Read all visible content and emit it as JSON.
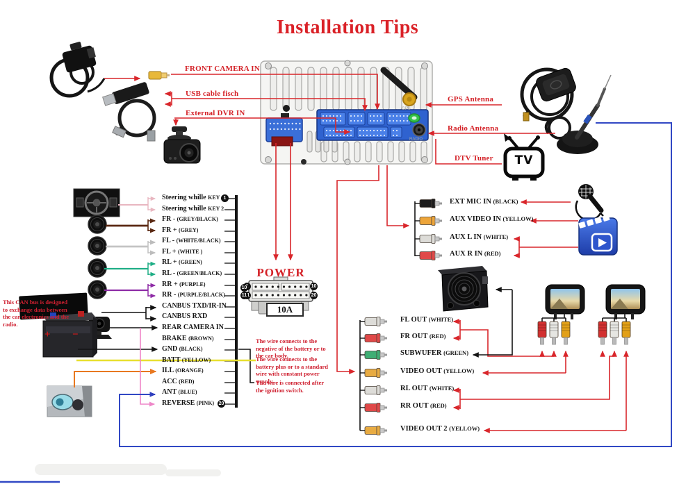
{
  "title": "Installation Tips",
  "top": {
    "front_camera": "FRONT CAMERA IN",
    "usb": "USB cable fisch",
    "dvr": "External DVR IN"
  },
  "right": {
    "gps": "GPS Antenna",
    "radio": "Radio Antenna",
    "dtv": "DTV Tuner"
  },
  "head_unit": {
    "gps_jack": "GPS",
    "radio_jack": "RADIO"
  },
  "power": {
    "label": "POWER",
    "fuse": "10A",
    "pin_badges": [
      "1",
      "10",
      "11",
      "20"
    ]
  },
  "harness": {
    "badges": [
      "1",
      "10",
      "11",
      "20"
    ],
    "rows": [
      {
        "main": "Steering whille",
        "sub": "KEY 1"
      },
      {
        "main": "Steering whille",
        "sub": "KEY 2"
      },
      {
        "main": "FR -",
        "sub": "(GREY/BLACK)"
      },
      {
        "main": "FR +",
        "sub": "(GREY)"
      },
      {
        "main": "FL -",
        "sub": "(WHITE/BLACK)"
      },
      {
        "main": "FL +",
        "sub": "(WHITE )"
      },
      {
        "main": "RL +",
        "sub": "(GREEN)"
      },
      {
        "main": "RL -",
        "sub": "(GREEN/BLACK)"
      },
      {
        "main": "RR +",
        "sub": "(PURPLE)"
      },
      {
        "main": "RR -",
        "sub": "(PURPLE/BLACK)"
      },
      {
        "main": "CANBUS TXD/IR-IN",
        "sub": ""
      },
      {
        "main": "CANBUS RXD",
        "sub": ""
      },
      {
        "main": "REAR CAMERA IN",
        "sub": ""
      },
      {
        "main": "BRAKE",
        "sub": "(BROWN)"
      },
      {
        "main": "GND",
        "sub": "(BLACK)"
      },
      {
        "main": "BATT",
        "sub": "(YELLOW)"
      },
      {
        "main": "ILL",
        "sub": "(ORANGE)"
      },
      {
        "main": "ACC",
        "sub": "(RED)"
      },
      {
        "main": "ANT",
        "sub": "(BLUE)"
      },
      {
        "main": "REVERSE",
        "sub": "(PINK)"
      }
    ]
  },
  "inputs": [
    {
      "main": "EXT MIC IN",
      "sub": "(BLACK)",
      "color": "#1c1c1c"
    },
    {
      "main": "AUX VIDEO IN",
      "sub": "(YELLOW)",
      "color": "#eda53a"
    },
    {
      "main": "AUX L IN",
      "sub": "(WHITE)",
      "color": "#dddcd8"
    },
    {
      "main": "AUX R IN",
      "sub": "(RED)",
      "color": "#e04848"
    }
  ],
  "outputs": [
    {
      "main": "FL OUT",
      "sub": "(WHITE)",
      "color": "#dddcd8"
    },
    {
      "main": "FR OUT",
      "sub": "(RED)",
      "color": "#e04848"
    },
    {
      "main": "SUBWUFER",
      "sub": "(GREEN)",
      "color": "#3fae74"
    },
    {
      "main": "VIDEO OUT",
      "sub": "(YELLOW)",
      "color": "#e8ab42"
    },
    {
      "main": "RL OUT",
      "sub": "(WHITE)",
      "color": "#dddcd8"
    },
    {
      "main": "RR OUT",
      "sub": "(RED)",
      "color": "#e04848"
    },
    {
      "main": "VIDEO OUT 2",
      "sub": "(YELLOW)",
      "color": "#e8ab42"
    }
  ],
  "notes": {
    "can": "This CAN bus is designed to exchange data between the car electronics and the radio.",
    "gnd": "The wire connects to the negative of the battery or to the car body.",
    "batt": "The wire connects to the battery plus or to a standard wire with constant power supply.",
    "acc": "The wire is connected after the ignition switch."
  },
  "battery": {
    "plus": "+",
    "minus": "−"
  },
  "tv_icon_text": "TV",
  "colors": {
    "accent_red": "#d9262b",
    "wire_blue": "#3148c4",
    "wire_pink": "#ee86c8",
    "wire_yellow": "#e8e030",
    "wire_orange": "#e87820"
  }
}
